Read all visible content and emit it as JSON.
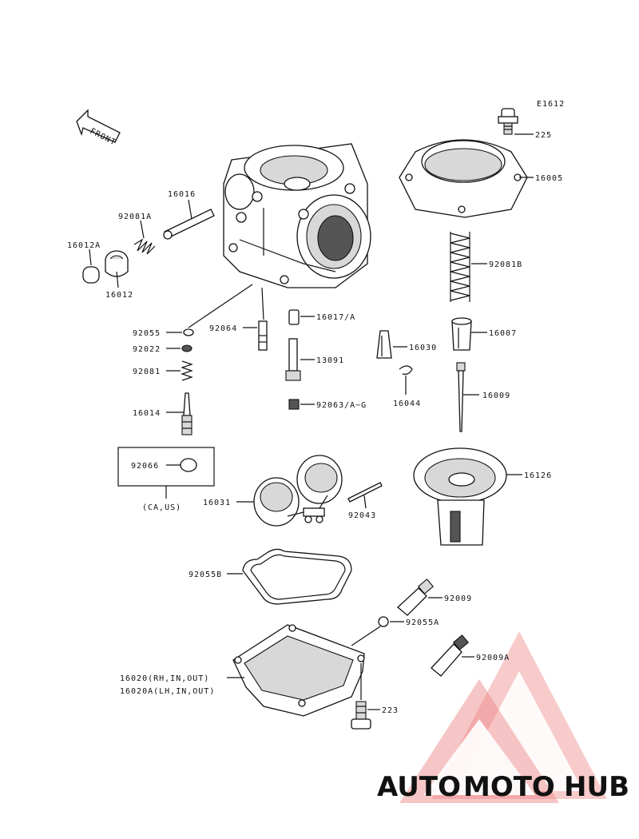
{
  "diagram_code": "E1612",
  "front_label": "FRONT",
  "callouts": {
    "p225": "225",
    "p16005": "16005",
    "p16016": "16016",
    "p92081a": "92081A",
    "p16012a": "16012A",
    "p16012": "16012",
    "p92081b": "92081B",
    "p16007": "16007",
    "p92055": "92055",
    "p92064": "92064",
    "p16017a": "16017/A",
    "p92022": "92022",
    "p13091": "13091",
    "p16030": "16030",
    "p92081": "92081",
    "p16044": "16044",
    "p16009": "16009",
    "p92063": "92063/A~G",
    "p16014": "16014",
    "p92066": "92066",
    "region_note": "(CA,US)",
    "p16126": "16126",
    "p16031": "16031",
    "p92043": "92043",
    "p92055b": "92055B",
    "p92009": "92009",
    "p92055a": "92055A",
    "p92009a": "92009A",
    "p16020_rh": "16020(RH,IN,OUT)",
    "p16020a_lh": "16020A(LH,IN,OUT)",
    "p223": "223"
  },
  "watermark": {
    "part1": "AUTO",
    "part2": "MOTO",
    "part3": "HUB",
    "color_orange": "#f5b05a",
    "color_red": "#e86a6a",
    "color_grey": "#8a8a8a"
  }
}
